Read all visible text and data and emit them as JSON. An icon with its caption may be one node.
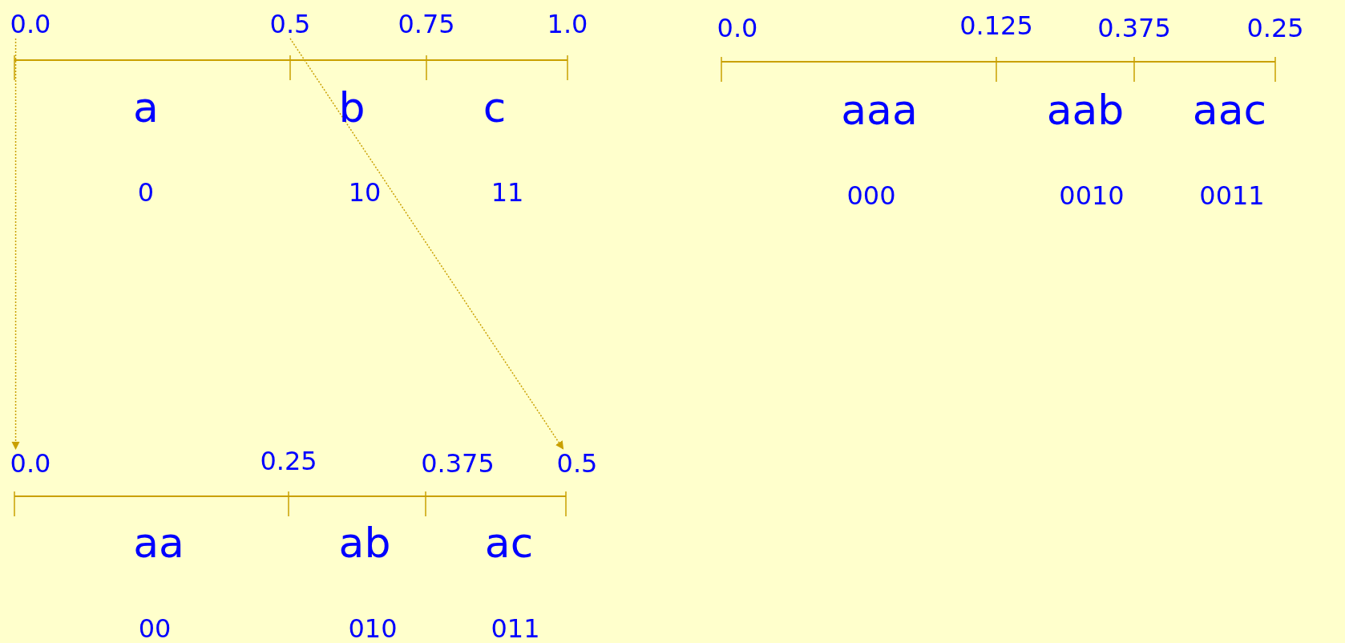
{
  "diagram": {
    "nodes": [
      {
        "text": [
          "0.0"
        ]
      },
      {
        "text": [
          "0.5"
        ]
      },
      {
        "text": [
          "0.0"
        ]
      },
      {
        "text": [
          "0.5"
        ]
      }
    ],
    "edges": [
      {
        "from": 0,
        "to": 2,
        "arrow": "to",
        "style": "dashed"
      },
      {
        "from": 1,
        "to": 3,
        "arrow": "to",
        "style": "dashed"
      }
    ],
    "labels": [
      "0.75",
      "1.0",
      "0.0",
      "0.125",
      "0.375",
      "0.25",
      "a",
      "b",
      "c",
      "aaa",
      "aab",
      "aac",
      "0",
      "10",
      "11",
      "000",
      "0010",
      "0011",
      "0.25",
      "0.375",
      "aa",
      "ab",
      "ac",
      "00",
      "010",
      "011"
    ]
  }
}
